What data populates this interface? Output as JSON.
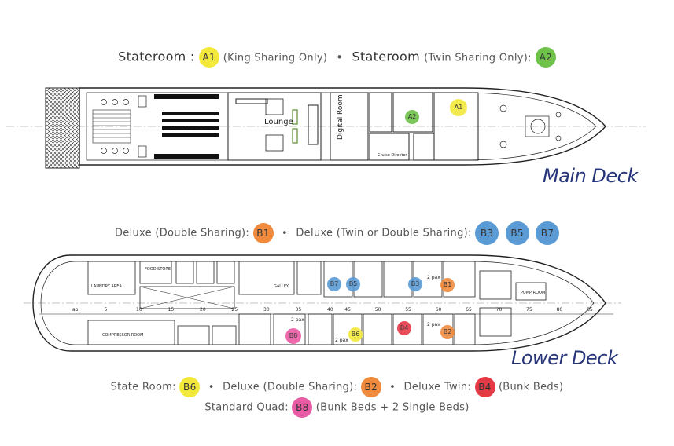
{
  "colors": {
    "yellow": "#f2e93a",
    "green": "#6ec249",
    "orange": "#f08a3c",
    "blue": "#5b9bd5",
    "red": "#e63946",
    "pink": "#e95ba4",
    "deck_title": "#27357a"
  },
  "main_legend": {
    "stateroom_1": "Stateroom :",
    "a1": "A1",
    "king": "(King Sharing Only)",
    "dot": "•",
    "stateroom_2": "Stateroom",
    "twin": "(Twin Sharing Only):",
    "a2": "A2"
  },
  "main_deck": {
    "title": "Main Deck",
    "labels": {
      "lounge": "Lounge",
      "digital_room": "Digital Room",
      "cruise_director": "Cruise Director"
    },
    "markers": {
      "a1": "A1",
      "a2": "A2"
    }
  },
  "lower_legend": {
    "deluxe_double": "Deluxe (Double Sharing):",
    "b1": "B1",
    "dot": "•",
    "deluxe_twin": "Deluxe (Twin or Double Sharing):",
    "b3": "B3",
    "b5": "B5",
    "b7": "B7"
  },
  "lower_deck": {
    "title": "Lower Deck",
    "labels": {
      "laundry": "LAUNDRY AREA",
      "food_store": "FOOD STORE",
      "compressor": "COMPRESSOR ROOM",
      "galley": "GALLEY",
      "pump": "PUMP ROOM",
      "two_pax_1": "2 pax",
      "two_pax_2": "2 pax",
      "two_pax_3": "2 pax",
      "two_pax_4": "2 pax"
    },
    "frame_numbers": [
      "ap",
      "5",
      "10",
      "15",
      "20",
      "25",
      "30",
      "35",
      "40",
      "45",
      "50",
      "55",
      "60",
      "65",
      "70",
      "75",
      "80",
      "85"
    ],
    "markers": {
      "b7": "B7",
      "b5": "B5",
      "b3": "B3",
      "b1": "B1",
      "b4": "B4",
      "b2": "B2",
      "b6": "B6",
      "b8": "B8"
    }
  },
  "bottom_legend": {
    "state_room": "State Room:",
    "b6": "B6",
    "dot": "•",
    "deluxe_double": "Deluxe (Double Sharing):",
    "b2": "B2",
    "deluxe_twin": "Deluxe  Twin:",
    "b4": "B4",
    "bunk": "(Bunk Beds)",
    "standard_quad": "Standard Quad:",
    "b8": "B8",
    "bunk_single": "(Bunk Beds + 2 Single Beds)"
  }
}
